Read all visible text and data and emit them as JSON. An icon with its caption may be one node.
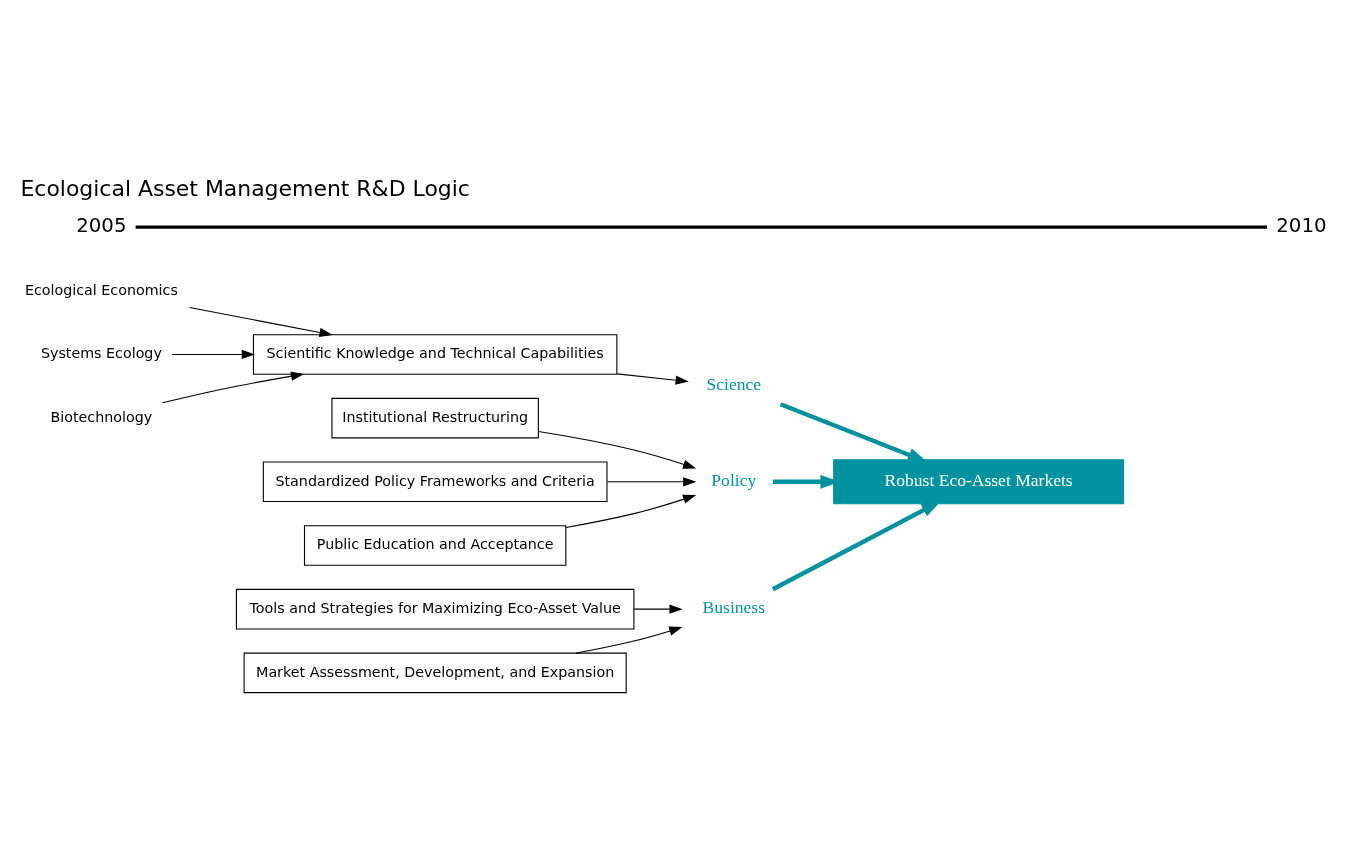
{
  "diagram": {
    "title": "Ecological Asset Management R&D Logic",
    "nodes": [
      {
        "text": [
          "Ecological Economics"
        ]
      },
      {
        "text": [
          "Systems Ecology"
        ]
      },
      {
        "text": [
          "Scientific Knowledge and Technical Capabilities"
        ]
      },
      {
        "text": [
          "Biotechnology"
        ]
      },
      {
        "text": [
          "Science"
        ]
      },
      {
        "text": [
          "Institutional Restructuring"
        ]
      },
      {
        "text": [
          "Standardized Policy Frameworks and Criteria"
        ]
      },
      {
        "text": [
          "Policy"
        ]
      },
      {
        "text": [
          "Public Education and Acceptance"
        ]
      },
      {
        "text": [
          "Tools and Strategies for Maximizing Eco-Asset Value"
        ]
      },
      {
        "text": [
          "Business"
        ]
      },
      {
        "text": [
          "Market Assessment, Development, and Expansion"
        ]
      },
      {
        "text": [
          "Robust Eco-Asset Markets"
        ]
      }
    ],
    "edges": [
      {
        "from": 0,
        "to": 2,
        "arrow": "to"
      },
      {
        "from": 1,
        "to": 2,
        "arrow": "to"
      },
      {
        "from": 3,
        "to": 2,
        "arrow": "to"
      },
      {
        "from": 2,
        "to": 4,
        "arrow": "to"
      },
      {
        "from": 4,
        "to": 12,
        "arrow": "to",
        "style": "thick",
        "color": "#00929f"
      },
      {
        "from": 5,
        "to": 7,
        "arrow": "to"
      },
      {
        "from": 6,
        "to": 7,
        "arrow": "to"
      },
      {
        "from": 8,
        "to": 7,
        "arrow": "to"
      },
      {
        "from": 7,
        "to": 12,
        "arrow": "to",
        "style": "thick",
        "color": "#00929f"
      },
      {
        "from": 9,
        "to": 10,
        "arrow": "to"
      },
      {
        "from": 11,
        "to": 10,
        "arrow": "to"
      },
      {
        "from": 10,
        "to": 12,
        "arrow": "to",
        "style": "thick",
        "color": "#00929f"
      }
    ],
    "labels": [
      "2005",
      "2010"
    ]
  }
}
